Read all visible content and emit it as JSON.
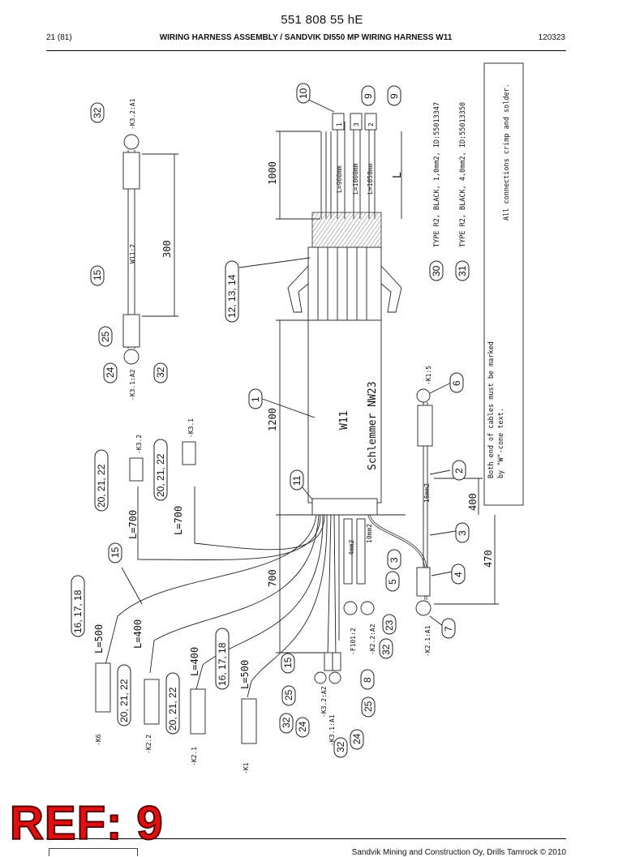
{
  "header": {
    "doc_number": "551 808 55 hE",
    "page": "21 (81)",
    "title": "WIRING HARNESS ASSEMBLY / SANDVIK DI550 MP WIRING HARNESS W11",
    "date": "120323"
  },
  "footer": {
    "company": "Sandvik Mining and Construction Oy, Drills Tamrock © 2010"
  },
  "stamp": {
    "text": "REF: 9",
    "color": "#e01010"
  },
  "diagram": {
    "balloons": {
      "b10": "10",
      "b9a": "9",
      "b9b": "9",
      "b32_top": "32",
      "b15_top": "15",
      "b25_top": "25",
      "b24_top": "24",
      "b32_k31": "32",
      "b12_13_14": "12, 13, 14",
      "b1": "1",
      "b11": "11",
      "b30": "30",
      "b31": "31",
      "b6": "6",
      "b2": "2",
      "b3a": "3",
      "b3b": "3",
      "b4": "4",
      "b7": "7",
      "b32_k21": "32",
      "b23": "23",
      "b5": "5",
      "b8": "8",
      "b32_k22": "32",
      "b20_21_22_a": "20, 21, 22",
      "b20_21_22_b": "20, 21, 22",
      "b20_21_22_c": "20, 21, 22",
      "b20_21_22_d": "20, 21, 22",
      "b16_17_18_a": "16, 17, 18",
      "b16_17_18_b": "16, 17, 18",
      "b15_left": "15",
      "b15_mid": "15",
      "b25_bot": "25",
      "b25_bot2": "25",
      "b32_bot": "32",
      "b32_bot2": "32",
      "b24_bot": "24",
      "b24_bot2": "24"
    },
    "labels": {
      "k32_a1": "-K3.2:A1",
      "k31_a2": "-K3.1:A2",
      "k32": "-K3.2",
      "k31": "-K3.1",
      "k15": "-K1:5",
      "k6": "-K6",
      "k22": "-K2.2",
      "k21": "-K2.1",
      "k1": "-K1",
      "k32_a2": "-K3.2:A2",
      "k31_a1": "-K3.1:A1",
      "f101": "-F101:2",
      "k22_a2": "-K2.2:A2",
      "k21_a1": "-K2.1:A1",
      "w11": "W11",
      "schlemmer": "Schlemmer NW23",
      "marking_text": "W11:2",
      "wire1": "1",
      "wire2": "2",
      "wire3": "3",
      "len_900": "L=900mm",
      "len_1000": "L=1000mm",
      "len_1050": "L=1050mm",
      "len_l": "L",
      "sq_a": "16mm2",
      "sq_b": "4mm2",
      "sq_c": "10mm2"
    },
    "dimensions": {
      "d1000": "1000",
      "d300": "300",
      "d1200": "1200",
      "d700": "700",
      "d400": "400",
      "d470": "470",
      "l700a": "L=700",
      "l700b": "L=700",
      "l500a": "L=500",
      "l400a": "L=400",
      "l400b": "L=400",
      "l500b": "L=500"
    },
    "notes": {
      "type30": "TYPE R2, BLACK, 1,0mm2, ID:55013347",
      "type31": "TYPE R2, BLACK, 4,0mm2, ID:55013350",
      "crimp": "All connections crimp and solder.",
      "marked_1": "Both end of cables must be marked",
      "marked_2": "by \"W\"-cone text."
    }
  }
}
